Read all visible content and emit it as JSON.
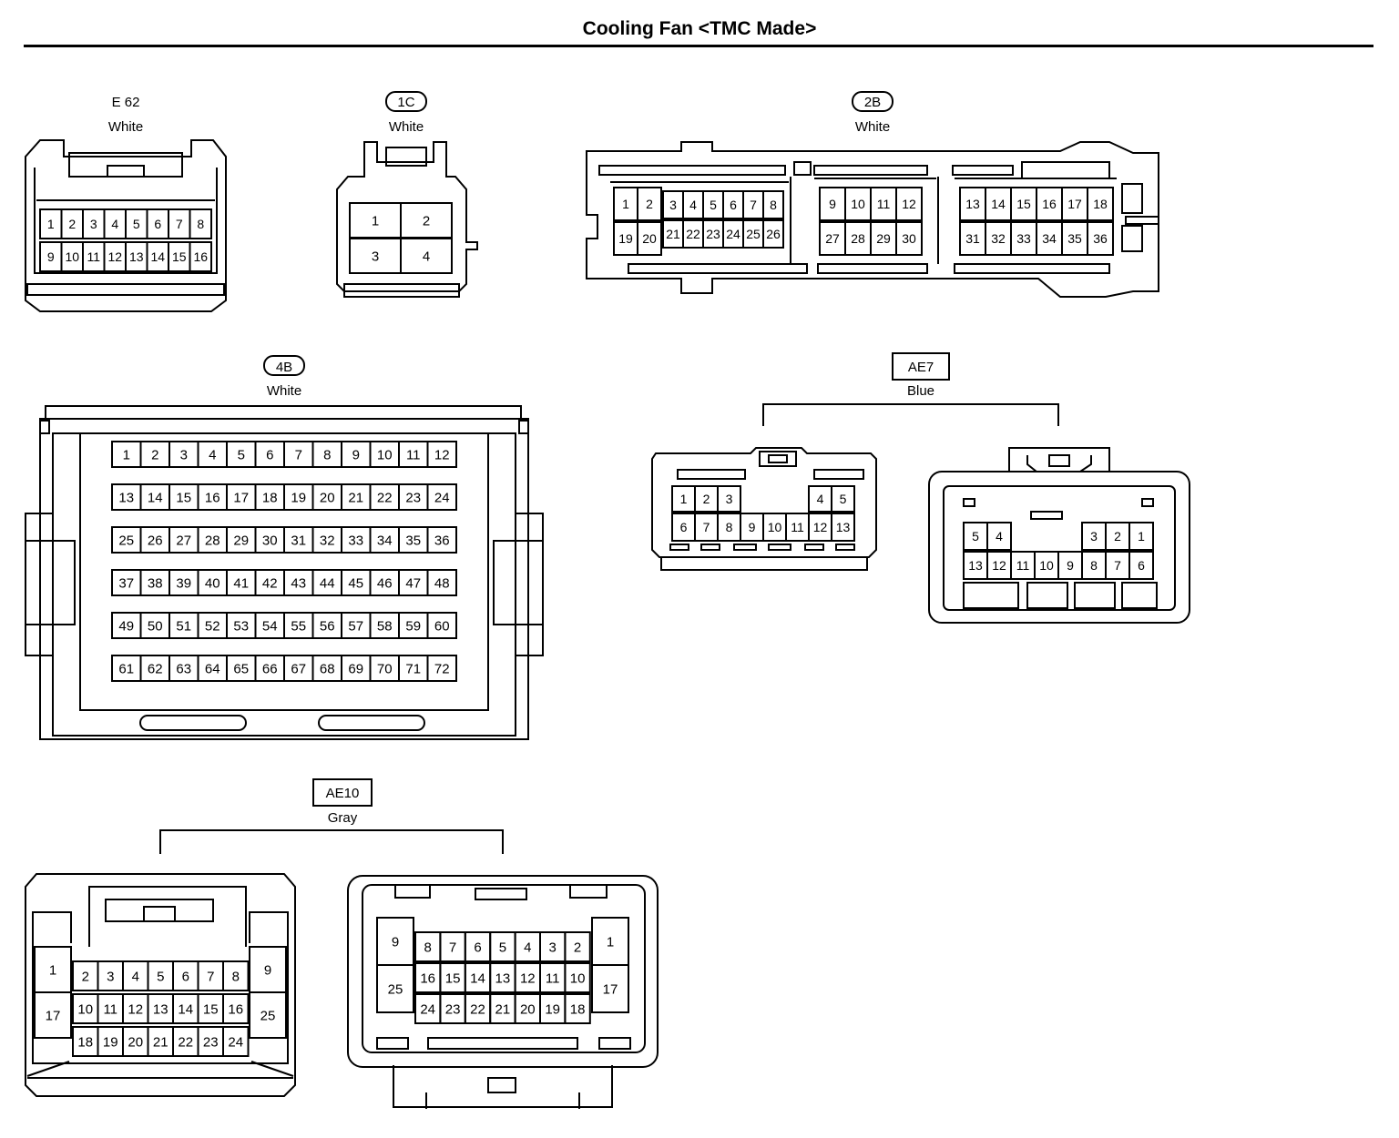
{
  "title": "Cooling Fan <TMC Made>",
  "connectors": {
    "e62": {
      "code": "E 62",
      "color": "White",
      "rows": [
        [
          "1",
          "2",
          "3",
          "4",
          "5",
          "6",
          "7",
          "8"
        ],
        [
          "9",
          "10",
          "11",
          "12",
          "13",
          "14",
          "15",
          "16"
        ]
      ]
    },
    "c1c": {
      "code": "1C",
      "color": "White",
      "rows": [
        [
          "1",
          "2"
        ],
        [
          "3",
          "4"
        ]
      ]
    },
    "c2b": {
      "code": "2B",
      "color": "White",
      "groupA_rows": [
        [
          "1",
          "2"
        ],
        [
          "19",
          "20"
        ]
      ],
      "groupB_rows": [
        [
          "3",
          "4",
          "5",
          "6",
          "7",
          "8"
        ],
        [
          "21",
          "22",
          "23",
          "24",
          "25",
          "26"
        ]
      ],
      "groupC_rows": [
        [
          "9",
          "10",
          "11",
          "12"
        ],
        [
          "27",
          "28",
          "29",
          "30"
        ]
      ],
      "groupD_rows": [
        [
          "13",
          "14",
          "15",
          "16",
          "17",
          "18"
        ],
        [
          "31",
          "32",
          "33",
          "34",
          "35",
          "36"
        ]
      ]
    },
    "c4b": {
      "code": "4B",
      "color": "White",
      "rows": [
        [
          "1",
          "2",
          "3",
          "4",
          "5",
          "6",
          "7",
          "8",
          "9",
          "10",
          "11",
          "12"
        ],
        [
          "13",
          "14",
          "15",
          "16",
          "17",
          "18",
          "19",
          "20",
          "21",
          "22",
          "23",
          "24"
        ],
        [
          "25",
          "26",
          "27",
          "28",
          "29",
          "30",
          "31",
          "32",
          "33",
          "34",
          "35",
          "36"
        ],
        [
          "37",
          "38",
          "39",
          "40",
          "41",
          "42",
          "43",
          "44",
          "45",
          "46",
          "47",
          "48"
        ],
        [
          "49",
          "50",
          "51",
          "52",
          "53",
          "54",
          "55",
          "56",
          "57",
          "58",
          "59",
          "60"
        ],
        [
          "61",
          "62",
          "63",
          "64",
          "65",
          "66",
          "67",
          "68",
          "69",
          "70",
          "71",
          "72"
        ]
      ]
    },
    "ae7": {
      "code": "AE7",
      "color": "Blue",
      "left_top_a": [
        "1",
        "2",
        "3"
      ],
      "left_top_b": [
        "4",
        "5"
      ],
      "left_bottom": [
        "6",
        "7",
        "8",
        "9",
        "10",
        "11",
        "12",
        "13"
      ],
      "right_top_a": [
        "5",
        "4"
      ],
      "right_top_b": [
        "3",
        "2",
        "1"
      ],
      "right_bottom": [
        "13",
        "12",
        "11",
        "10",
        "9",
        "8",
        "7",
        "6"
      ]
    },
    "ae10": {
      "code": "AE10",
      "color": "Gray",
      "left_side_a": [
        "1",
        "17"
      ],
      "left_side_b": [
        "9",
        "25"
      ],
      "left_rows": [
        [
          "2",
          "3",
          "4",
          "5",
          "6",
          "7",
          "8"
        ],
        [
          "10",
          "11",
          "12",
          "13",
          "14",
          "15",
          "16"
        ],
        [
          "18",
          "19",
          "20",
          "21",
          "22",
          "23",
          "24"
        ]
      ],
      "right_side_a": [
        "9",
        "25"
      ],
      "right_side_b": [
        "1",
        "17"
      ],
      "right_rows": [
        [
          "8",
          "7",
          "6",
          "5",
          "4",
          "3",
          "2"
        ],
        [
          "16",
          "15",
          "14",
          "13",
          "12",
          "11",
          "10"
        ],
        [
          "24",
          "23",
          "22",
          "21",
          "20",
          "19",
          "18"
        ]
      ]
    }
  }
}
